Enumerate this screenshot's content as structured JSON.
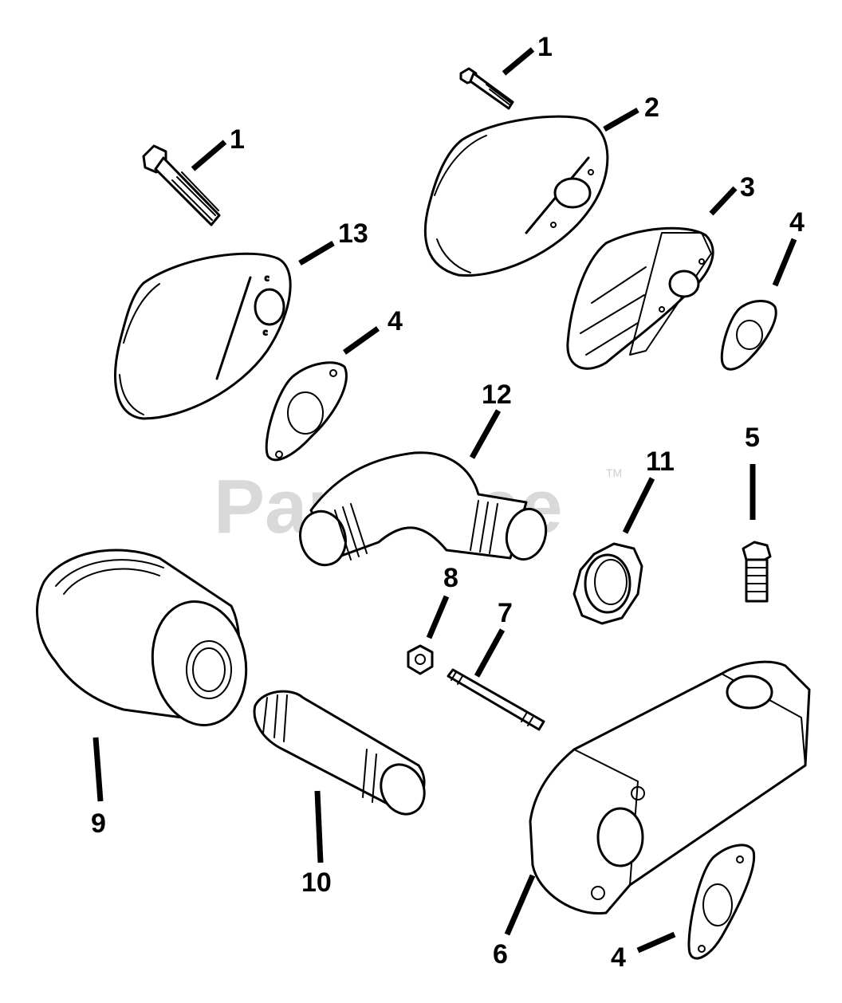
{
  "watermark": {
    "text": "PartsTree",
    "trademark": "TM"
  },
  "callouts": [
    {
      "id": "c-1-top",
      "label": "1"
    },
    {
      "id": "c-2",
      "label": "2"
    },
    {
      "id": "c-1-left",
      "label": "1"
    },
    {
      "id": "c-3",
      "label": "3"
    },
    {
      "id": "c-4-right",
      "label": "4"
    },
    {
      "id": "c-13",
      "label": "13"
    },
    {
      "id": "c-4-left",
      "label": "4"
    },
    {
      "id": "c-12",
      "label": "12"
    },
    {
      "id": "c-5",
      "label": "5"
    },
    {
      "id": "c-11",
      "label": "11"
    },
    {
      "id": "c-8",
      "label": "8"
    },
    {
      "id": "c-7",
      "label": "7"
    },
    {
      "id": "c-9",
      "label": "9"
    },
    {
      "id": "c-10",
      "label": "10"
    },
    {
      "id": "c-6",
      "label": "6"
    },
    {
      "id": "c-4-bottom",
      "label": "4"
    }
  ]
}
